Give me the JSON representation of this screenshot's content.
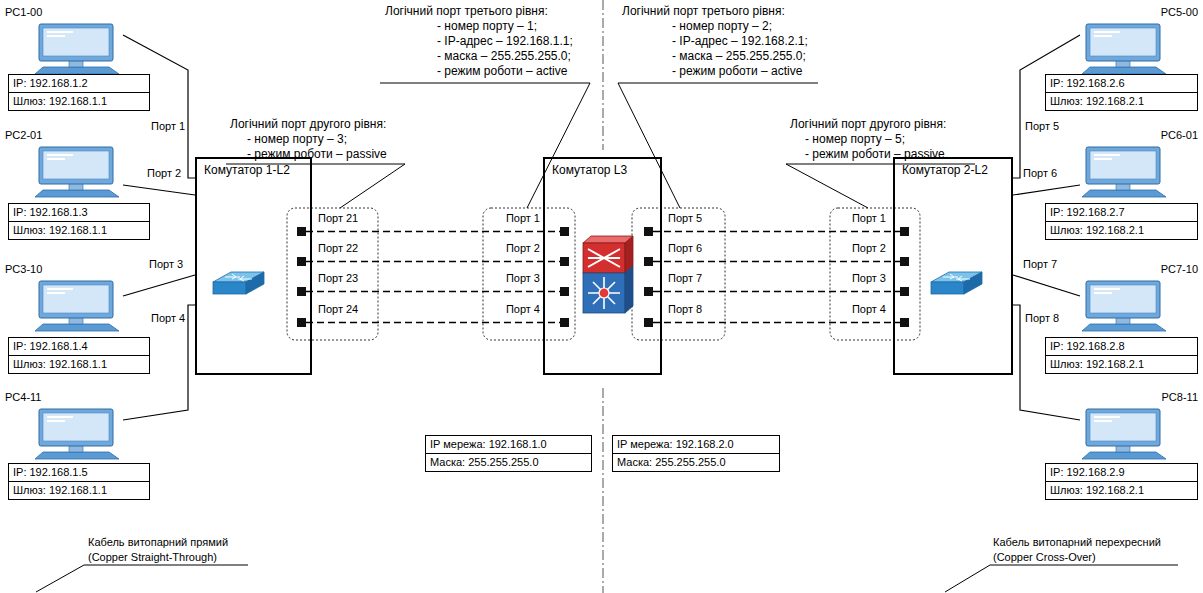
{
  "diagram": {
    "nodes": [
      {
        "text": [
          "PC1-00"
        ]
      },
      {
        "text": [
          "IP: 192.168.1.2",
          "Шлюз: 192.168.1.1"
        ]
      },
      {
        "text": [
          "PC2-01"
        ]
      },
      {
        "text": [
          "IP: 192.168.1.3",
          "Шлюз: 192.168.1.1"
        ]
      },
      {
        "text": [
          "PC3-10"
        ]
      },
      {
        "text": [
          "IP: 192.168.1.4",
          "Шлюз: 192.168.1.1"
        ]
      },
      {
        "text": [
          "PC4-11"
        ]
      },
      {
        "text": [
          "IP: 192.168.1.5",
          "Шлюз: 192.168.1.1"
        ]
      },
      {
        "text": [
          "Комутатор 1-L2"
        ]
      },
      {
        "text": [
          "Порт 21"
        ],
        "in": 8
      },
      {
        "text": [
          "Порт 22"
        ],
        "in": 8
      },
      {
        "text": [
          "Порт 23"
        ],
        "in": 8
      },
      {
        "text": [
          "Порт 24"
        ],
        "in": 8
      },
      {
        "text": [
          "Комутатор L3"
        ]
      },
      {
        "text": [
          "Порт 1"
        ],
        "in": 13
      },
      {
        "text": [
          "Порт 2"
        ],
        "in": 13
      },
      {
        "text": [
          "Порт 3"
        ],
        "in": 13
      },
      {
        "text": [
          "Порт 4"
        ],
        "in": 13
      },
      {
        "text": [
          "Порт 5"
        ],
        "in": 13
      },
      {
        "text": [
          "Порт 6"
        ],
        "in": 13
      },
      {
        "text": [
          "Порт 7"
        ],
        "in": 13
      },
      {
        "text": [
          "Порт 8"
        ],
        "in": 13
      },
      {
        "text": [
          "Комутатор 2-L2"
        ]
      },
      {
        "text": [
          "Порт 1"
        ],
        "in": 22
      },
      {
        "text": [
          "Порт 2"
        ],
        "in": 22
      },
      {
        "text": [
          "Порт 3"
        ],
        "in": 22
      },
      {
        "text": [
          "Порт 4"
        ],
        "in": 22
      },
      {
        "text": [
          "IP мережа: 192.168.1.0",
          "Маска: 255.255.255.0"
        ]
      },
      {
        "text": [
          "IP мережа: 192.168.2.0",
          "Маска: 255.255.255.0"
        ]
      },
      {
        "text": [
          "PC5-00"
        ]
      },
      {
        "text": [
          "IP: 192.168.2.6",
          "Шлюз: 192.168.2.1"
        ]
      },
      {
        "text": [
          "PC6-01"
        ]
      },
      {
        "text": [
          "IP: 192.168.2.7",
          "Шлюз: 192.168.2.1"
        ]
      },
      {
        "text": [
          "PC7-10"
        ]
      },
      {
        "text": [
          "IP: 192.168.2.8",
          "Шлюз: 192.168.2.1"
        ]
      },
      {
        "text": [
          "PC8-11"
        ]
      },
      {
        "text": [
          "IP: 192.168.2.9",
          "Шлюз: 192.168.2.1"
        ]
      }
    ],
    "edges": [
      {
        "from": 0,
        "to": 8,
        "arrow": "none",
        "label": "Порт 1"
      },
      {
        "from": 2,
        "to": 8,
        "arrow": "none",
        "label": "Порт 2"
      },
      {
        "from": 4,
        "to": 8,
        "arrow": "none",
        "label": "Порт 3"
      },
      {
        "from": 6,
        "to": 8,
        "arrow": "none",
        "label": "Порт 4"
      },
      {
        "from": 9,
        "to": 14,
        "arrow": "none"
      },
      {
        "from": 10,
        "to": 15,
        "arrow": "none"
      },
      {
        "from": 11,
        "to": 16,
        "arrow": "none"
      },
      {
        "from": 12,
        "to": 17,
        "arrow": "none"
      },
      {
        "from": 18,
        "to": 23,
        "arrow": "none"
      },
      {
        "from": 19,
        "to": 24,
        "arrow": "none"
      },
      {
        "from": 20,
        "to": 25,
        "arrow": "none"
      },
      {
        "from": 21,
        "to": 26,
        "arrow": "none"
      },
      {
        "from": 29,
        "to": 22,
        "arrow": "none",
        "label": "Порт 5"
      },
      {
        "from": 31,
        "to": 22,
        "arrow": "none",
        "label": "Порт 6"
      },
      {
        "from": 33,
        "to": 22,
        "arrow": "none",
        "label": "Порт 7"
      },
      {
        "from": 35,
        "to": 22,
        "arrow": "none",
        "label": "Порт 8"
      }
    ],
    "labels": [
      "Логічний порт другого рівня:",
      "- номер порту – 3;",
      "- режим роботи – passive",
      "Логічний порт третього рівня:",
      "- номер порту – 1;",
      "- IP-адрес – 192.168.1.1;",
      "- маска – 255.255.255.0;",
      "- режим роботи – active",
      "Логічний порт третього рівня:",
      "- номер порту – 2;",
      "- IP-адрес – 192.168.2.1;",
      "- маска – 255.255.255.0;",
      "- режим роботи – active",
      "Логічний порт другого рівня:",
      "- номер порту – 5;",
      "- режим роботи – passive",
      "Кабель витопарний прямий",
      "(Copper Straight-Through)",
      "Кабель витопарний перехресний",
      "(Copper Cross-Over)"
    ]
  }
}
